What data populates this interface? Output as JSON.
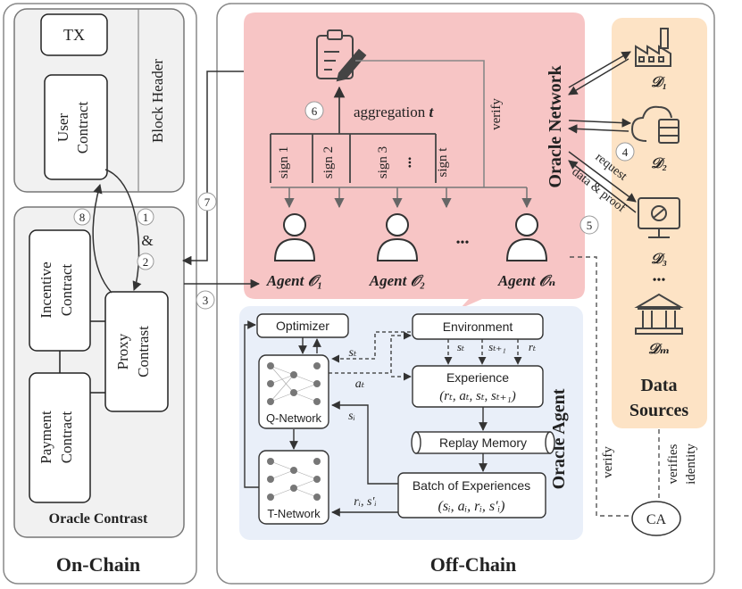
{
  "on_chain": {
    "title": "On-Chain",
    "tx": "TX",
    "user_contract_line1": "User",
    "user_contract_line2": "Contract",
    "block_header": "Block Header",
    "incentive_line1": "Incentive",
    "incentive_line2": "Contract",
    "payment_line1": "Payment",
    "payment_line2": "Contract",
    "proxy_line1": "Proxy",
    "proxy_line2": "Contrast",
    "oracle_contrast": "Oracle Contrast"
  },
  "off_chain": {
    "title": "Off-Chain",
    "aggregation": "aggregation",
    "aggregation_var": "t",
    "verify": "verify",
    "signs": [
      "sign 1",
      "sign 2",
      "sign 3",
      "sign t"
    ],
    "sign_dots": "•••",
    "agents": [
      "Agent 𝒪₁",
      "Agent 𝒪₂",
      "Agent 𝒪ₙ"
    ],
    "agent_dots": "•••",
    "oracle_network": "Oracle Network",
    "oracle_agent": "Oracle Agent"
  },
  "oracle_agent_panel": {
    "optimizer": "Optimizer",
    "environment": "Environment",
    "experience_line1": "Experience",
    "experience_line2": "(rₜ, aₜ, sₜ, sₜ₊₁)",
    "replay_memory": "Replay Memory",
    "batch_line1": "Batch of Experiences",
    "batch_line2": "(sᵢ, aᵢ, rᵢ, s′ᵢ)",
    "q_network": "Q-Network",
    "t_network": "T-Network",
    "label_st": "sₜ",
    "label_at": "aₜ",
    "label_si": "sᵢ",
    "label_ri_si": "rᵢ, s′ᵢ",
    "env_st": "sₜ",
    "env_st1": "sₜ₊₁",
    "env_rt": "rₜ"
  },
  "data_sources": {
    "title_line1": "Data",
    "title_line2": "Sources",
    "sources": [
      "𝒟₁",
      "𝒟₂",
      "𝒟₃",
      "𝒟ₘ"
    ],
    "dots": "•••"
  },
  "flow": {
    "request": "request",
    "data_proof": "data & proof",
    "verify_ca": "verify",
    "verifies_line1": "verifies",
    "verifies_line2": "identity",
    "ca": "CA",
    "amp": "&",
    "steps": [
      "1",
      "2",
      "3",
      "4",
      "5",
      "6",
      "7",
      "8"
    ]
  },
  "colors": {
    "pink_panel": "#f7c5c5",
    "blue_panel": "#e9eff9",
    "orange_panel": "#fde3c5",
    "grey_panel": "#f1f1f1",
    "oracle_network_red": "#d01010",
    "oracle_agent_blue": "#72a8e6",
    "data_sources_orange": "#f08a0c"
  }
}
